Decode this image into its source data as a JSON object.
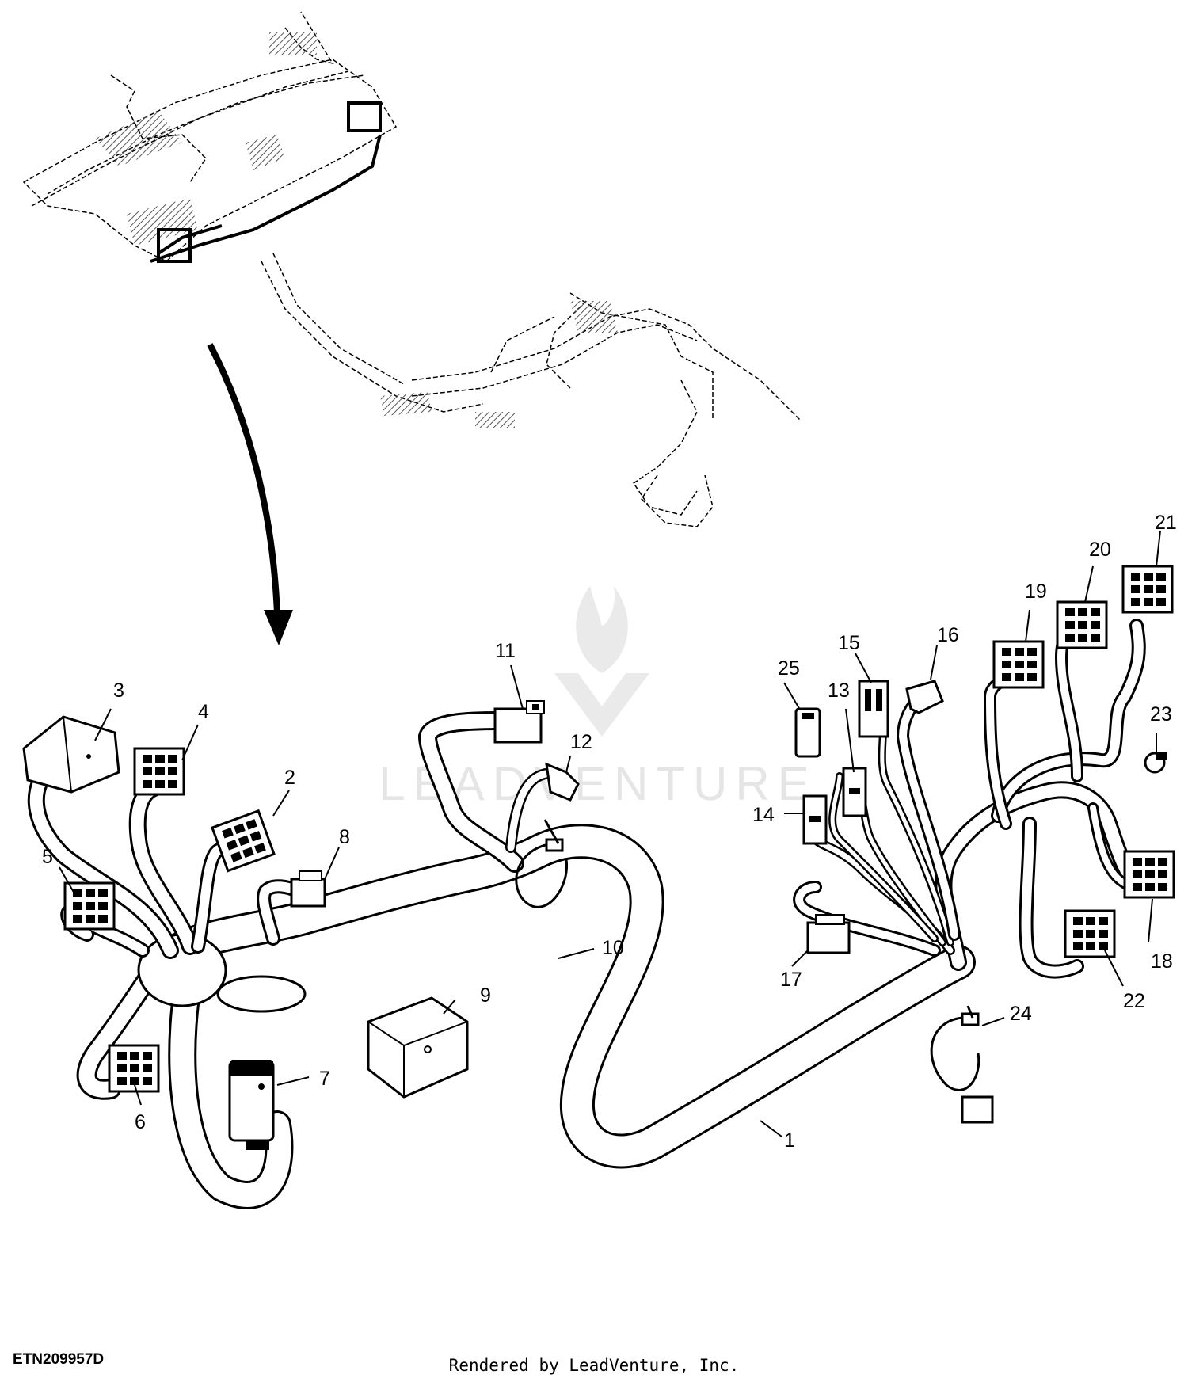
{
  "diagram": {
    "callouts": [
      {
        "id": "c1",
        "label": "1"
      },
      {
        "id": "c2",
        "label": "2"
      },
      {
        "id": "c3",
        "label": "3"
      },
      {
        "id": "c4",
        "label": "4"
      },
      {
        "id": "c5",
        "label": "5"
      },
      {
        "id": "c6",
        "label": "6"
      },
      {
        "id": "c7",
        "label": "7"
      },
      {
        "id": "c8",
        "label": "8"
      },
      {
        "id": "c9",
        "label": "9"
      },
      {
        "id": "c10",
        "label": "10"
      },
      {
        "id": "c11",
        "label": "11"
      },
      {
        "id": "c12",
        "label": "12"
      },
      {
        "id": "c13",
        "label": "13"
      },
      {
        "id": "c14",
        "label": "14"
      },
      {
        "id": "c15",
        "label": "15"
      },
      {
        "id": "c16",
        "label": "16"
      },
      {
        "id": "c17",
        "label": "17"
      },
      {
        "id": "c18",
        "label": "18"
      },
      {
        "id": "c19",
        "label": "19"
      },
      {
        "id": "c20",
        "label": "20"
      },
      {
        "id": "c21",
        "label": "21"
      },
      {
        "id": "c22",
        "label": "22"
      },
      {
        "id": "c23",
        "label": "23"
      },
      {
        "id": "c24",
        "label": "24"
      },
      {
        "id": "c25",
        "label": "25"
      }
    ],
    "watermark": "LEADVENTURE",
    "doc_id": "ETN209957D",
    "footer": "Rendered by LeadVenture, Inc."
  }
}
